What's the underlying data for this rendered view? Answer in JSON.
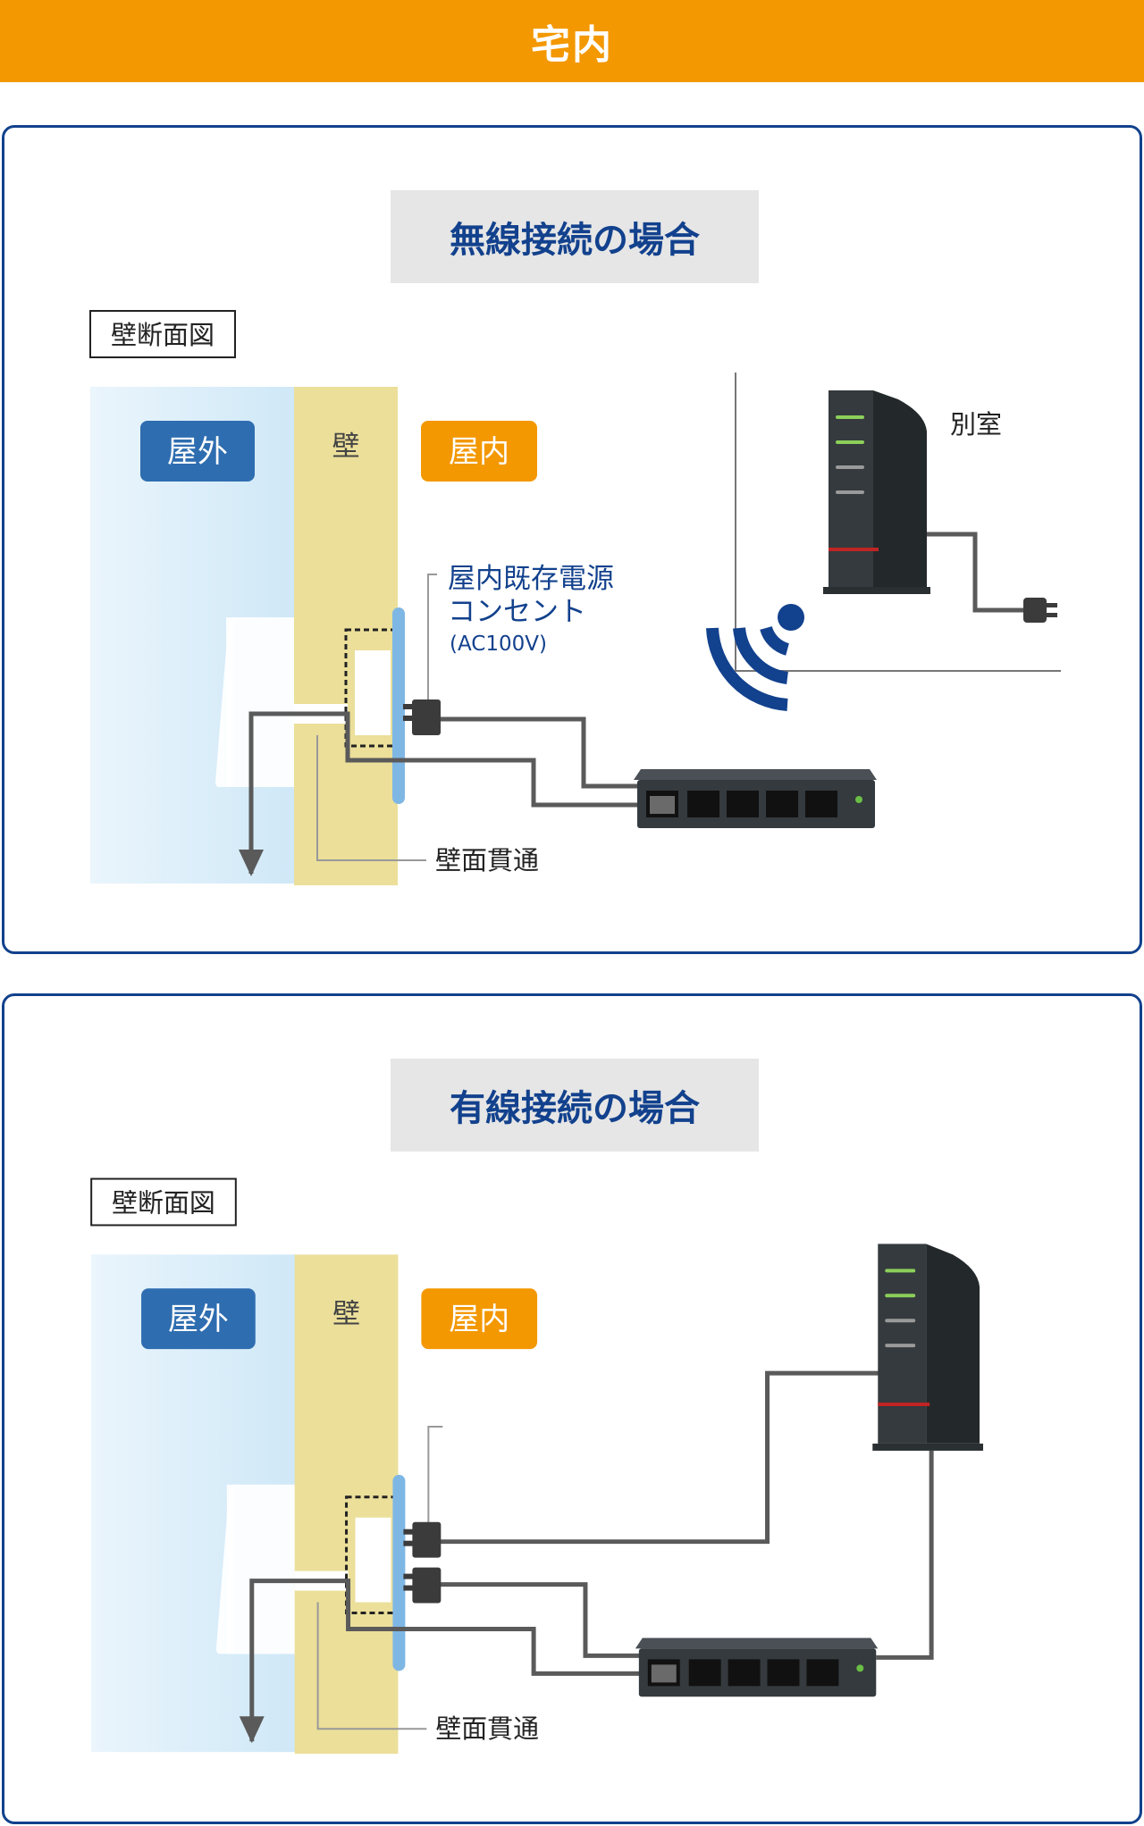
{
  "header": {
    "title": "宅内"
  },
  "sections": [
    {
      "title": "無線接続の場合",
      "section_label": "壁断面図",
      "outdoor_badge": "屋外",
      "wall_label": "壁",
      "indoor_badge": "屋内",
      "outlet_label_line1": "屋内既存電源",
      "outlet_label_line2": "コンセント",
      "outlet_label_line3": "(AC100V)",
      "penetration_label": "壁面貫通",
      "other_room_label": "別室"
    },
    {
      "title": "有線接続の場合",
      "section_label": "壁断面図",
      "outdoor_badge": "屋外",
      "wall_label": "壁",
      "indoor_badge": "屋内",
      "penetration_label": "壁面貫通"
    }
  ],
  "colors": {
    "header_bg": "#f39800",
    "panel_border": "#12418d",
    "title_text": "#12418d",
    "outdoor_badge": "#2e6db0",
    "indoor_badge": "#f39800",
    "wall": "#ebdf9a",
    "outdoor_bg": "#d4ebf8",
    "cable": "#5a5a5a",
    "device_dark": "#343a3d",
    "wifi": "#12418d"
  }
}
